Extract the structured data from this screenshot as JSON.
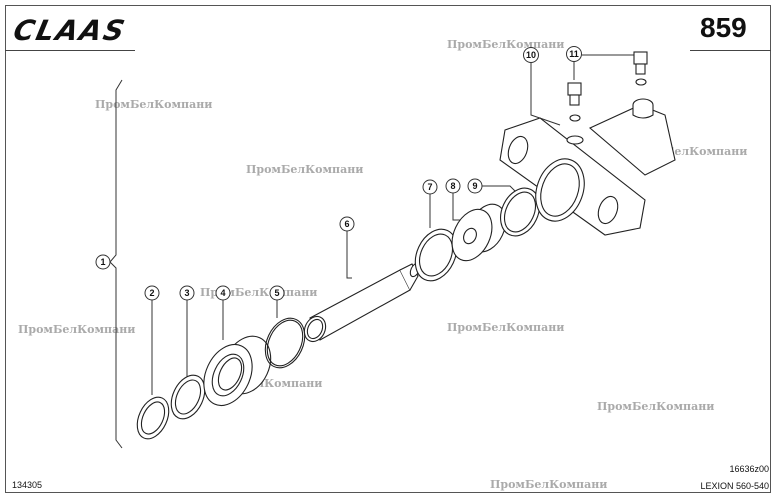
{
  "header": {
    "brand": "CLAAS",
    "page_number": "859"
  },
  "footer": {
    "image_id": "134305",
    "drawing_code": "16636z00",
    "model": "LEXION 560-540"
  },
  "watermarks": [
    "ПромБелКомпани",
    "ПромБелКомпани",
    "ПромБелКомпани",
    "ПромБелКомпани",
    "ПромБелКомпани",
    "ПромБелКомпани",
    "ПромБелКомпани",
    "ПромБелКомпани",
    "ПромБелКомпани",
    "ПромБелКомпани"
  ],
  "callouts": [
    {
      "label": "1",
      "part": "cylinder-assembly"
    },
    {
      "label": "2",
      "part": "wiper-ring"
    },
    {
      "label": "3",
      "part": "seal-ring"
    },
    {
      "label": "4",
      "part": "guide-nut"
    },
    {
      "label": "5",
      "part": "o-ring"
    },
    {
      "label": "6",
      "part": "piston-rod"
    },
    {
      "label": "7",
      "part": "seal-ring"
    },
    {
      "label": "8",
      "part": "piston"
    },
    {
      "label": "9",
      "part": "seal-ring"
    },
    {
      "label": "10",
      "part": "cylinder-housing"
    },
    {
      "label": "11",
      "part": "screw-fitting"
    }
  ]
}
